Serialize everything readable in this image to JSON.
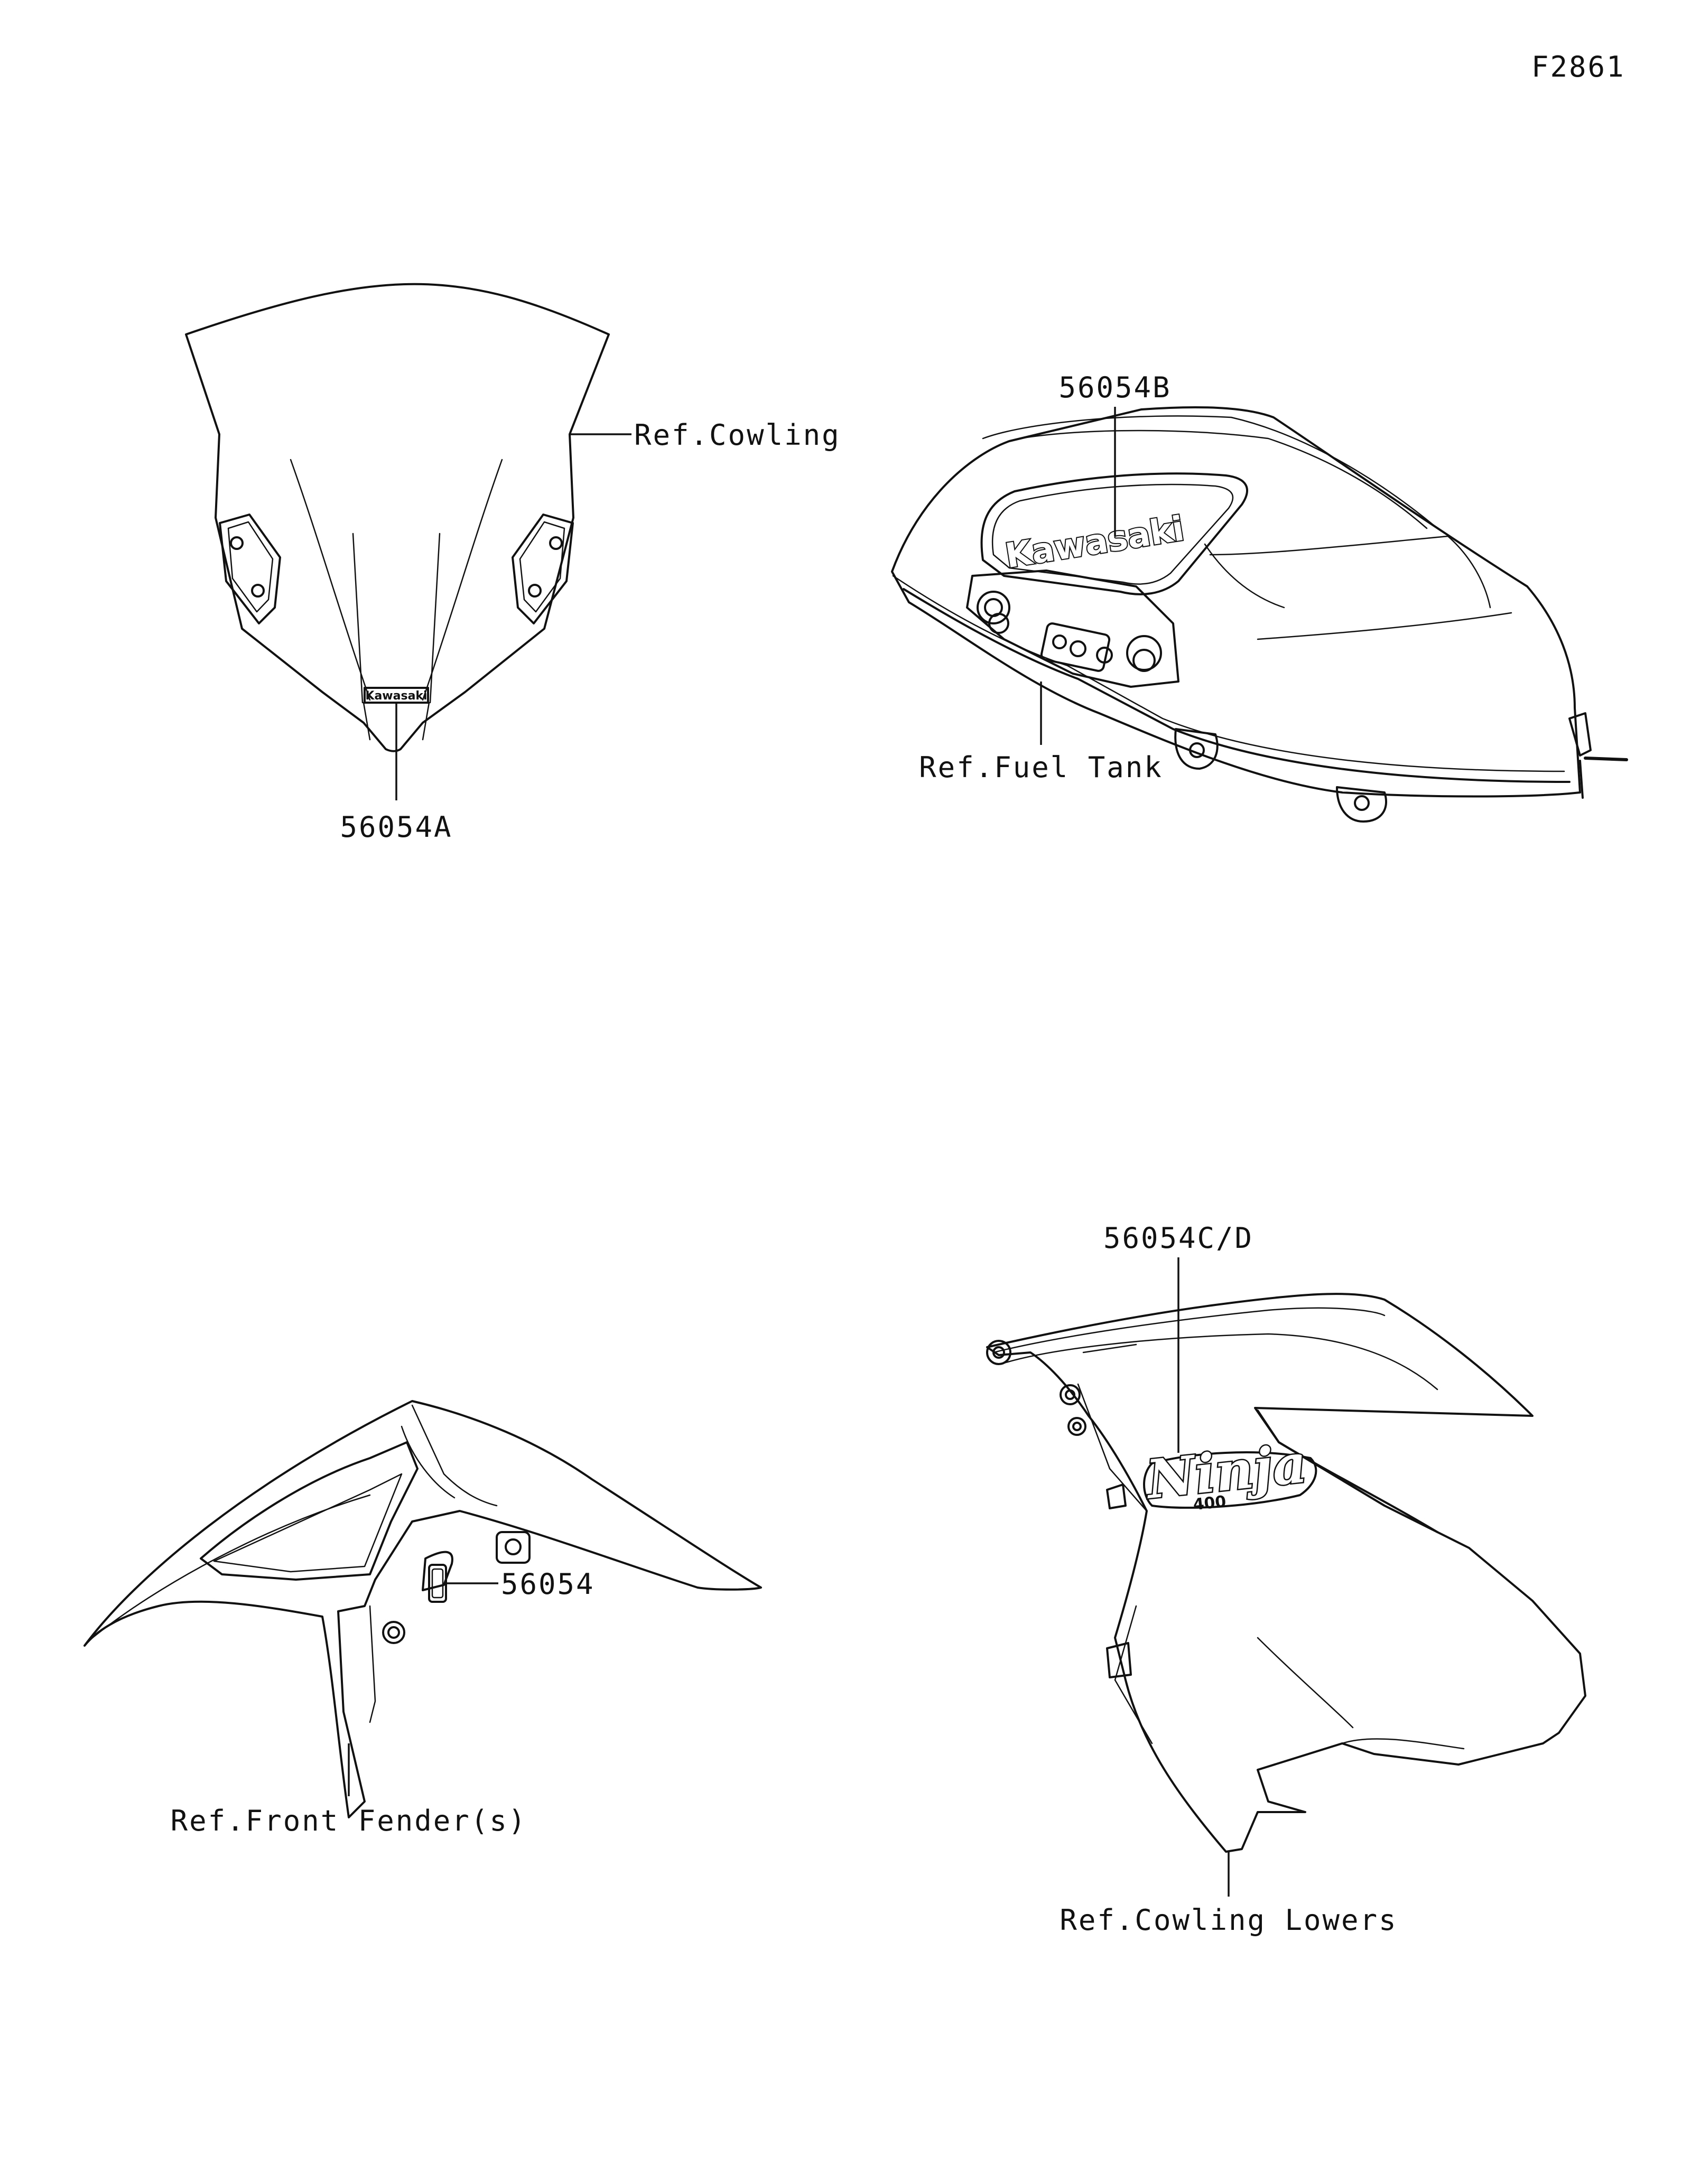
{
  "figure_code": "F2861",
  "callouts": {
    "windshield_part": "56054A",
    "windshield_ref": "Ref.Cowling",
    "tank_part": "56054B",
    "tank_ref": "Ref.Fuel Tank",
    "fender_part": "56054",
    "fender_ref": "Ref.Front Fender(s)",
    "lower_part": "56054C/D",
    "lower_ref": "Ref.Cowling Lowers"
  },
  "decals": {
    "windshield_logo": "Kawasaki",
    "tank_logo": "Kawasaki",
    "lower_logo": "Ninja",
    "lower_logo_sub": "400"
  }
}
